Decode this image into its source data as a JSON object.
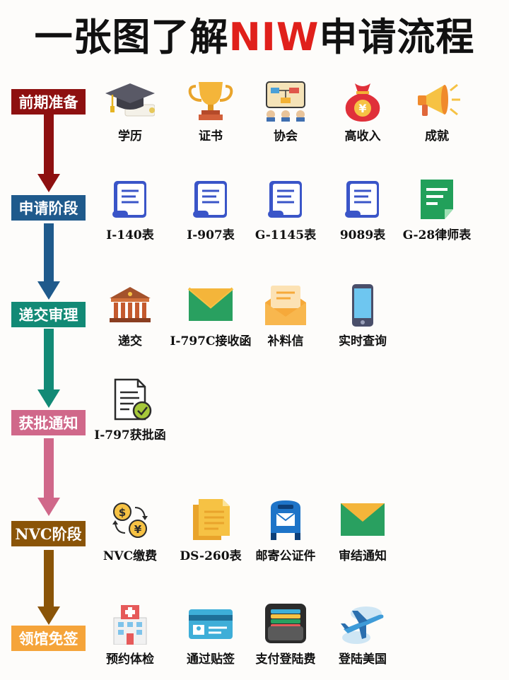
{
  "title_prefix": "一张图了解",
  "title_highlight": "NIW",
  "title_suffix": "申请流程",
  "colors": {
    "highlight": "#e0201b",
    "stage1": "#8e1010",
    "stage2": "#1f5a8c",
    "stage3": "#128a76",
    "stage4": "#d0688a",
    "stage5": "#8a5408",
    "stage6": "#f5a43a"
  },
  "stages": [
    {
      "label": "前期准备",
      "items": [
        {
          "icon": "graduation-cap-icon",
          "label": "学历"
        },
        {
          "icon": "trophy-icon",
          "label": "证书"
        },
        {
          "icon": "association-icon",
          "label": "协会"
        },
        {
          "icon": "money-bag-icon",
          "label": "高收入"
        },
        {
          "icon": "megaphone-icon",
          "label": "成就"
        }
      ]
    },
    {
      "label": "申请阶段",
      "items": [
        {
          "icon": "form-scroll-icon",
          "label": "I-140表"
        },
        {
          "icon": "form-scroll-icon",
          "label": "I-907表"
        },
        {
          "icon": "form-scroll-icon",
          "label": "G-1145表"
        },
        {
          "icon": "form-scroll-icon",
          "label": "9089表"
        },
        {
          "icon": "green-document-icon",
          "label": "G-28律师表"
        }
      ]
    },
    {
      "label": "递交审理",
      "items": [
        {
          "icon": "government-building-icon",
          "label": "递交"
        },
        {
          "icon": "green-envelope-icon",
          "label": "I-797C接收函"
        },
        {
          "icon": "orange-envelope-icon",
          "label": "补料信"
        },
        {
          "icon": "smartphone-icon",
          "label": "实时查询"
        }
      ]
    },
    {
      "label": "获批通知",
      "items": [
        {
          "icon": "approved-document-icon",
          "label": "I-797获批函"
        }
      ]
    },
    {
      "label": "NVC阶段",
      "items": [
        {
          "icon": "currency-exchange-icon",
          "label": "NVC缴费"
        },
        {
          "icon": "yellow-documents-icon",
          "label": "DS-260表"
        },
        {
          "icon": "mailbox-icon",
          "label": "邮寄公证件"
        },
        {
          "icon": "green-envelope-icon",
          "label": "审结通知"
        }
      ]
    },
    {
      "label": "领馆免签",
      "items": [
        {
          "icon": "hospital-icon",
          "label": "预约体检"
        },
        {
          "icon": "id-card-icon",
          "label": "通过贴签"
        },
        {
          "icon": "wallet-icon",
          "label": "支付登陆费"
        },
        {
          "icon": "airplane-icon",
          "label": "登陆美国"
        }
      ]
    }
  ]
}
